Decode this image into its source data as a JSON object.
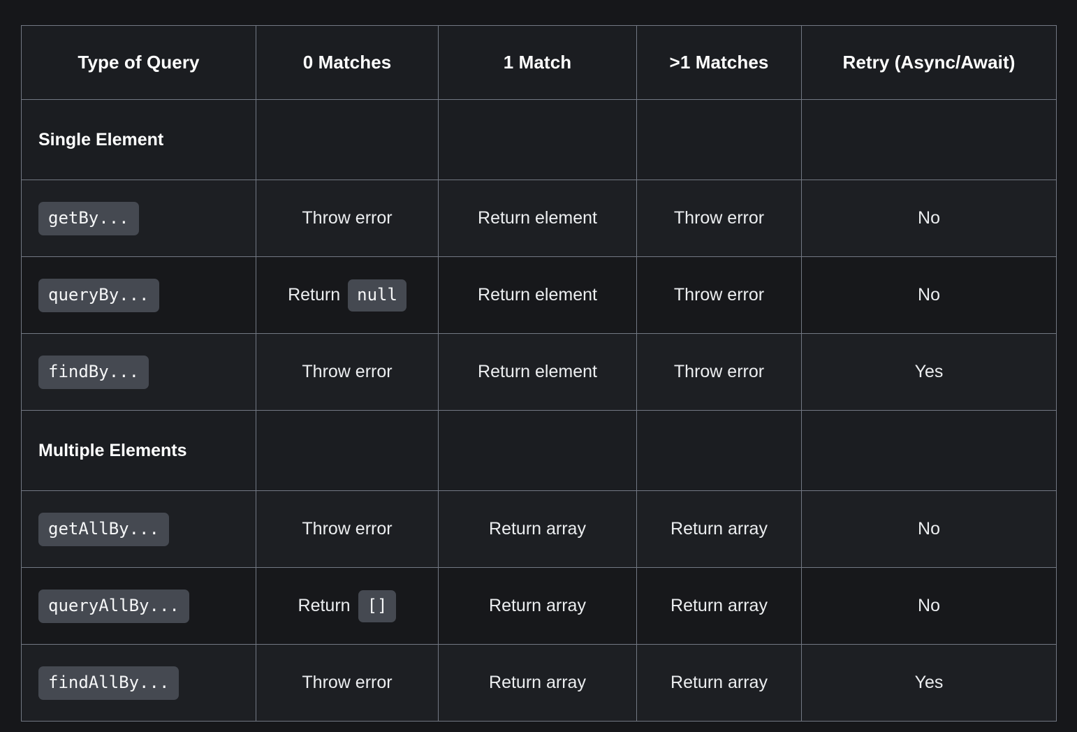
{
  "theme": {
    "page_background": "#16171a",
    "table_border": "#727883",
    "row_background_a": "#17181b",
    "row_background_b": "#1d1f23",
    "header_background": "#1b1d21",
    "chip_background": "#454951",
    "text_color": "#eceef0"
  },
  "table": {
    "columns": [
      {
        "key": "type",
        "label": "Type of Query"
      },
      {
        "key": "zero",
        "label": "0 Matches"
      },
      {
        "key": "one",
        "label": "1 Match"
      },
      {
        "key": "many",
        "label": ">1 Matches"
      },
      {
        "key": "retry",
        "label": "Retry (Async/Await)"
      }
    ],
    "sections": [
      {
        "title": "Single Element",
        "rows": [
          {
            "query": "getBy...",
            "zero": "Throw error",
            "zero_prefix": "",
            "zero_code": "",
            "one": "Return element",
            "many": "Throw error",
            "retry": "No"
          },
          {
            "query": "queryBy...",
            "zero": "",
            "zero_prefix": "Return",
            "zero_code": "null",
            "one": "Return element",
            "many": "Throw error",
            "retry": "No"
          },
          {
            "query": "findBy...",
            "zero": "Throw error",
            "zero_prefix": "",
            "zero_code": "",
            "one": "Return element",
            "many": "Throw error",
            "retry": "Yes"
          }
        ]
      },
      {
        "title": "Multiple Elements",
        "rows": [
          {
            "query": "getAllBy...",
            "zero": "Throw error",
            "zero_prefix": "",
            "zero_code": "",
            "one": "Return array",
            "many": "Return array",
            "retry": "No"
          },
          {
            "query": "queryAllBy...",
            "zero": "",
            "zero_prefix": "Return",
            "zero_code": "[]",
            "one": "Return array",
            "many": "Return array",
            "retry": "No"
          },
          {
            "query": "findAllBy...",
            "zero": "Throw error",
            "zero_prefix": "",
            "zero_code": "",
            "one": "Return array",
            "many": "Return array",
            "retry": "Yes"
          }
        ]
      }
    ]
  }
}
